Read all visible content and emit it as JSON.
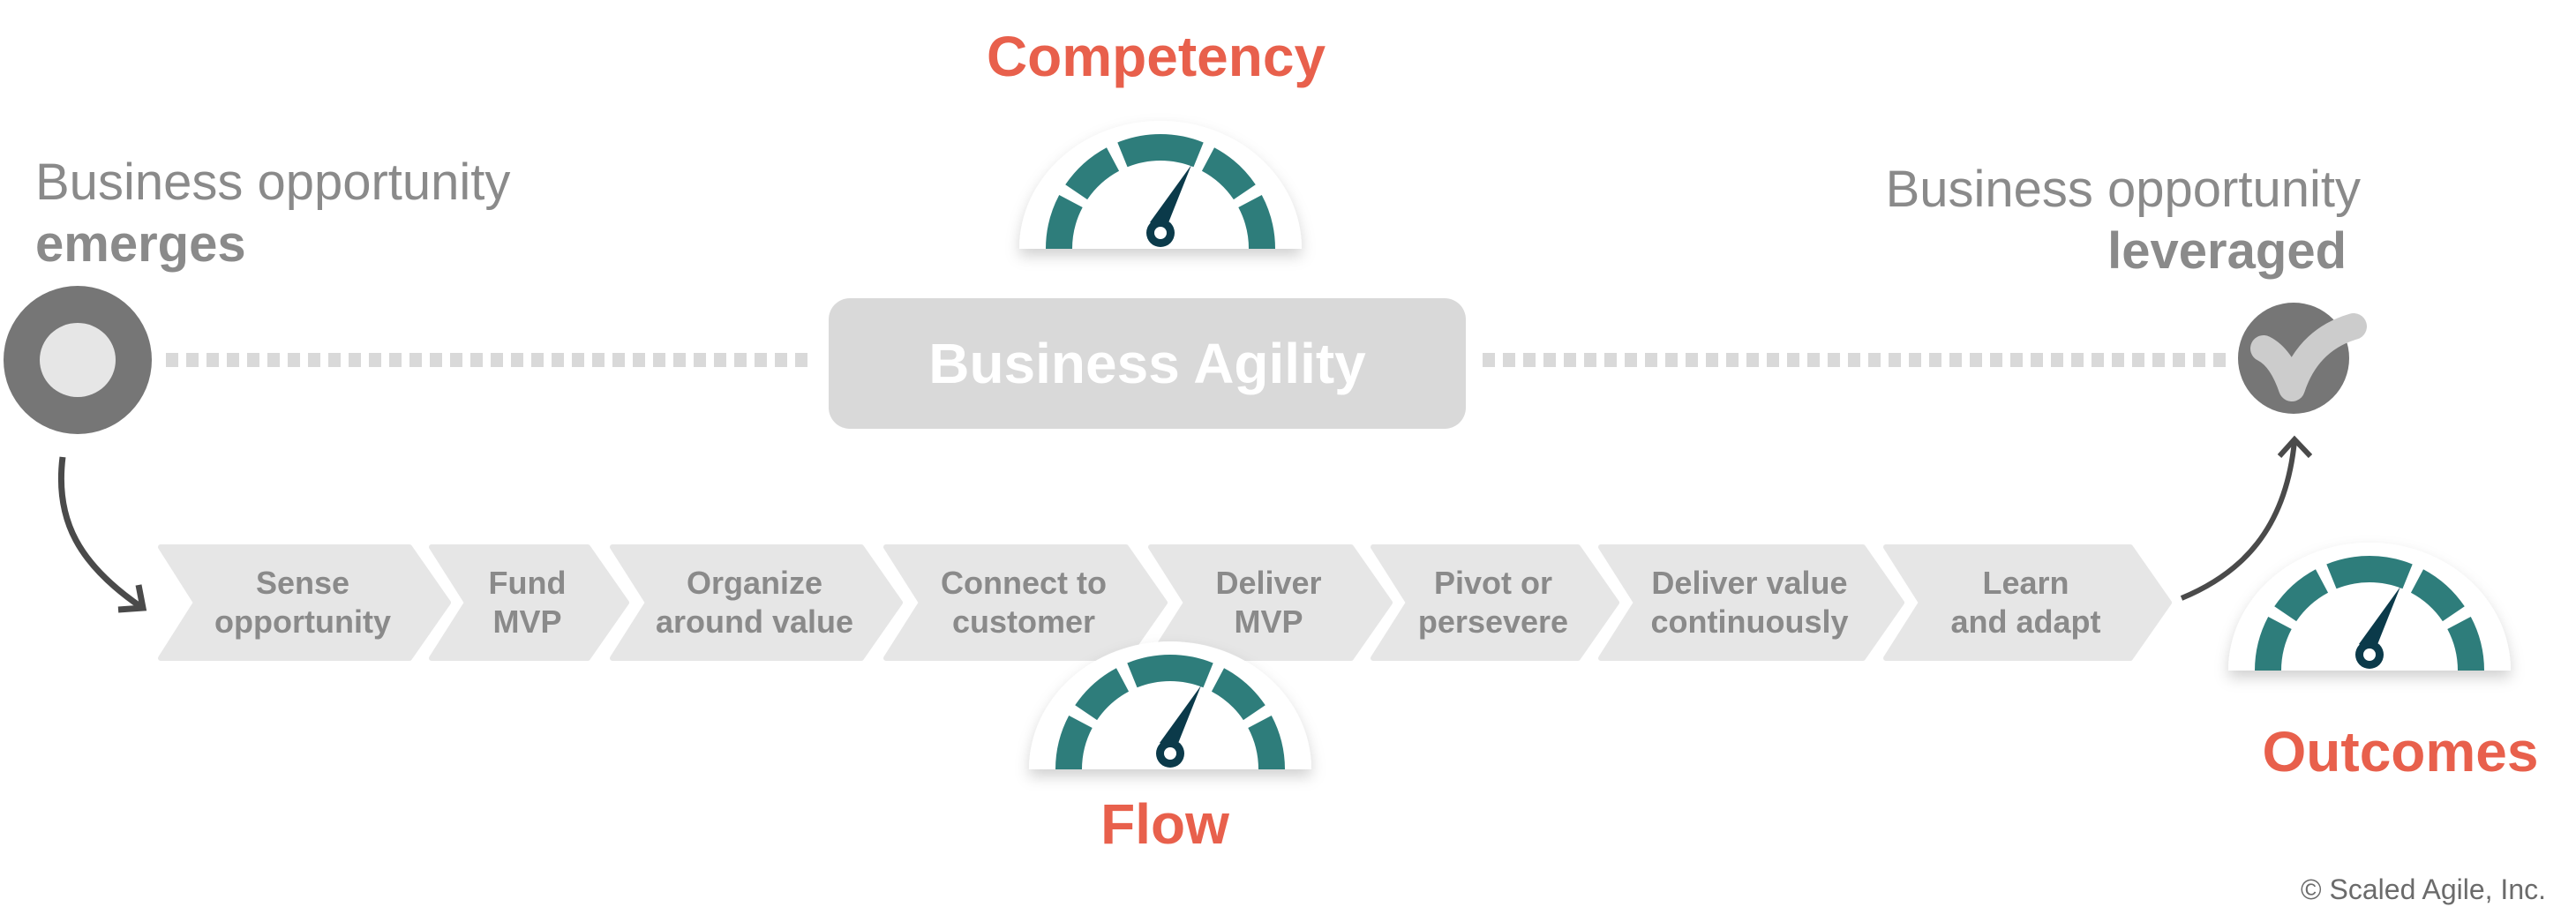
{
  "start": {
    "line1": "Business opportunity",
    "line2": "emerges",
    "icon": "record-circle-icon"
  },
  "end": {
    "line1": "Business opportunity",
    "line2": "leveraged",
    "icon": "check-circle-icon"
  },
  "center_box": {
    "label": "Business Agility"
  },
  "metrics": {
    "competency": "Competency",
    "flow": "Flow",
    "outcomes": "Outcomes"
  },
  "steps": [
    {
      "line1": "Sense",
      "line2": "opportunity"
    },
    {
      "line1": "Fund",
      "line2": "MVP"
    },
    {
      "line1": "Organize",
      "line2": "around value"
    },
    {
      "line1": "Connect to",
      "line2": "customer"
    },
    {
      "line1": "Deliver",
      "line2": "MVP"
    },
    {
      "line1": "Pivot or",
      "line2": "persevere"
    },
    {
      "line1": "Deliver value",
      "line2": "continuously"
    },
    {
      "line1": "Learn",
      "line2": "and adapt"
    }
  ],
  "colors": {
    "accent_red": "#e8604c",
    "gauge_teal": "#2e7d7b",
    "needle": "#0b3a4a",
    "gray_text": "#8a8a8a",
    "chevron_fill": "#e6e6e6",
    "box_fill": "#d9d9d9",
    "circle_dark": "#767676"
  },
  "copyright": "© Scaled Agile, Inc."
}
